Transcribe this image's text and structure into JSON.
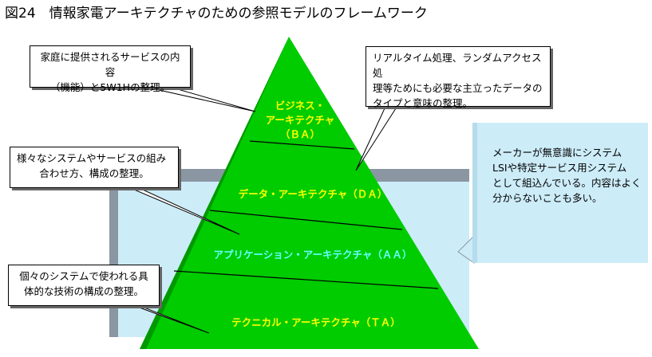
{
  "title": "図24　情報家電アーキテクチャのための参照モデルのフレームワーク",
  "layers": {
    "ba_line1": "ビジネス・",
    "ba_line2": "アーキテクチャ",
    "ba_line3": "（ＢＡ）",
    "da": "データ・アーキテクチャ（ＤＡ）",
    "aa": "アプリケーション・アーキテクチャ（ＡＡ）",
    "ta": "テクニカル・アーキテクチャ（ＴＡ）"
  },
  "callouts": {
    "ba": [
      "家庭に提供されるサービスの内容",
      "（機能）と5W1Hの整理。"
    ],
    "da": [
      "リアルタイム処理、ランダムアクセス処",
      "理等ためにも必要な主立ったデータの",
      "タイプと意味の整理。"
    ],
    "aa": [
      "様々なシステムやサービスの組み",
      "合わせ方、構成の整理。"
    ],
    "ta": [
      "個々のシステムで使われる具",
      "体的な技術の構成の整理。"
    ],
    "maker": [
      "メーカーが無意識にシステム",
      "LSIや特定サービス用システム",
      "として組込んでいる。内容はよく",
      "分からないことも多い。"
    ]
  },
  "colors": {
    "pyramid": "#00cc00",
    "pyramid_shade": "#009900",
    "band": "#ccecf8",
    "band_shade": "#8a97a3",
    "label_yellow": "#ffff00",
    "label_cyan": "#66ffff"
  }
}
